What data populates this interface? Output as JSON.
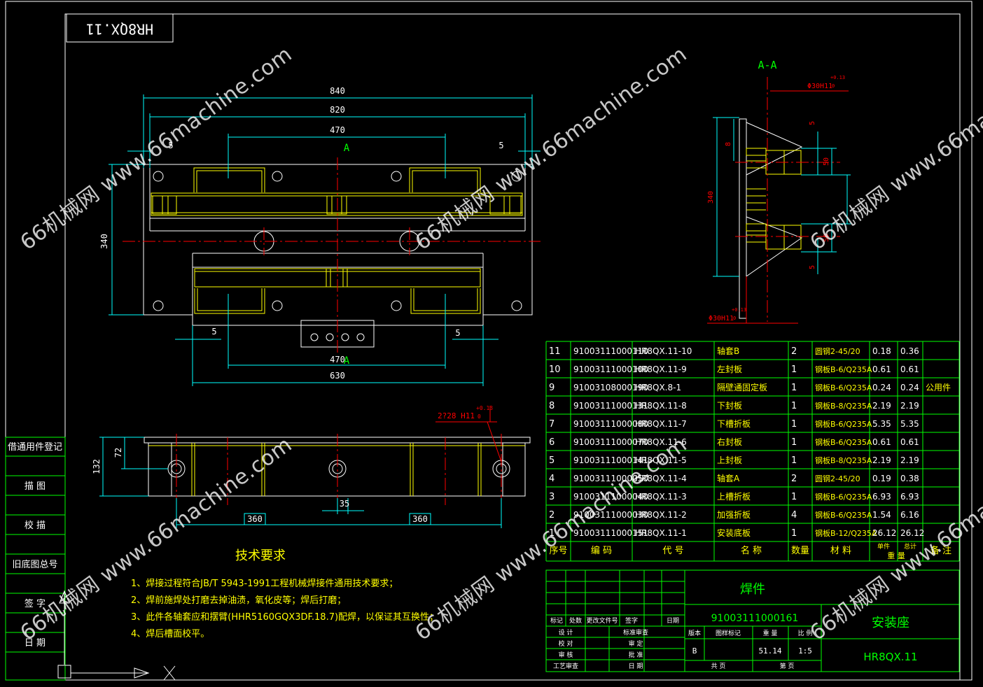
{
  "drawing": {
    "number_mirrored": "HR8QX.11",
    "section_title": "A-A",
    "section_marker": "A",
    "fit_top": "Φ30H11",
    "fit_bottom": "Φ30H11",
    "fit_holes": "2?28  H11",
    "tol_plus": "+0.13",
    "tol_zero": "0",
    "dims": {
      "d840": "840",
      "d820": "820",
      "d470a": "470",
      "d5a": "5",
      "d5b": "5",
      "d340": "340",
      "d5c": "5",
      "d5d": "5",
      "d470b": "470",
      "d630": "630",
      "s5a": "5",
      "s5b": "5",
      "s8": "8",
      "s50a": "50",
      "s50b": "50",
      "s340": "340",
      "f132": "132",
      "f72": "72",
      "f360a": "360",
      "f35": "35",
      "f360b": "360"
    }
  },
  "tech": {
    "title": "技术要求",
    "items": [
      "1、焊接过程符合JB/T 5943-1991工程机械焊接件通用技术要求；",
      "2、焊前施焊处打磨去掉油渍，氧化皮等；焊后打磨；",
      "3、此件各轴套应和摆臂(HHR5160GQX3DF.18.7)配焊，以保证其互换性；",
      "4、焊后槽面校平。"
    ]
  },
  "left_panel": [
    "借通用件登记",
    "描  图",
    "校  描",
    "旧底图总号",
    "签  字",
    "日  期"
  ],
  "bom": {
    "rows": [
      [
        "11",
        "91003111000110",
        "HR8QX.11-10",
        "轴套B",
        "2",
        "圆钢2-45/20",
        "0.18",
        "0.36",
        ""
      ],
      [
        "10",
        "91003111000100",
        "HR8QX.11-9",
        "左封板",
        "1",
        "钢板B-6/Q235A",
        "0.61",
        "0.61",
        ""
      ],
      [
        "9",
        "91003108000190",
        "HR8QX.8-1",
        "隔壁通固定板",
        "1",
        "钢板B-6/Q235A",
        "0.24",
        "0.24",
        "公用件"
      ],
      [
        "8",
        "91003111000131",
        "HR8QX.11-8",
        "下封板",
        "1",
        "钢板B-8/Q235A",
        "2.19",
        "2.19",
        ""
      ],
      [
        "7",
        "91003111000080",
        "HR8QX.11-7",
        "下槽折板",
        "1",
        "钢板B-6/Q235A",
        "5.35",
        "5.35",
        ""
      ],
      [
        "6",
        "91003111000070",
        "HR8QX.11-6",
        "右封板",
        "1",
        "钢板B-6/Q235A",
        "0.61",
        "0.61",
        ""
      ],
      [
        "5",
        "91003111000141",
        "HR8QX.11-5",
        "上封板",
        "1",
        "钢板B-8/Q235A",
        "2.19",
        "2.19",
        ""
      ],
      [
        "4",
        "91003111000050",
        "HR8QX.11-4",
        "轴套A",
        "2",
        "圆钢2-45/20",
        "0.19",
        "0.38",
        ""
      ],
      [
        "3",
        "91003111000040",
        "HR8QX.11-3",
        "上槽折板",
        "1",
        "钢板B-6/Q235A",
        "6.93",
        "6.93",
        ""
      ],
      [
        "2",
        "91003111000030",
        "HR8QX.11-2",
        "加强折板",
        "4",
        "钢板B-6/Q235A",
        "1.54",
        "6.16",
        ""
      ],
      [
        "1",
        "91003111000151",
        "HR8QX.11-1",
        "安装底板",
        "1",
        "钢板B-12/Q235A",
        "26.12",
        "26.12",
        ""
      ]
    ],
    "header": [
      "序号",
      "编  码",
      "代  号",
      "名  称",
      "数量",
      "材  料",
      "单件",
      "总计",
      "备 注"
    ],
    "weight": "重  量"
  },
  "title_block": {
    "kind": "焊件",
    "code": "91003111000161",
    "name": "安装座",
    "drawing_no": "HR8QX.11",
    "rev_labels": [
      "标记",
      "处数",
      "更改文件号",
      "签字",
      "日期"
    ],
    "sign_left": [
      "设  计",
      "校  对",
      "审  核",
      "工艺审查"
    ],
    "sign_right": [
      "标准审查",
      "审  定",
      "批  准",
      "日  期"
    ],
    "info_labels": [
      "版本",
      "图样标记",
      "重  量",
      "比  例"
    ],
    "version": "B",
    "weight": "51.14",
    "scale": "1:5",
    "total_sheets": "共    页",
    "sheet": "第    页"
  },
  "watermark": "66机械网 www.66machine.com"
}
